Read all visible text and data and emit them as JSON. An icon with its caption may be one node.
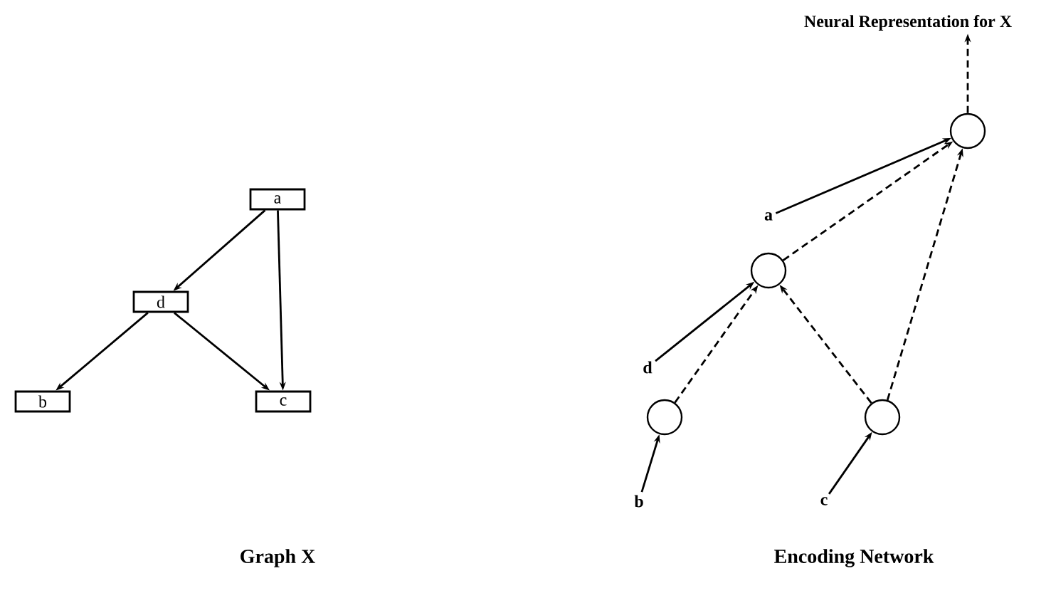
{
  "diagram": {
    "nodes": [
      {
        "text": [
          "a"
        ]
      },
      {
        "text": [
          "d"
        ]
      },
      {
        "text": [
          "b"
        ]
      },
      {
        "text": [
          "c"
        ]
      },
      {
        "text": [],
        "shape": "circle"
      },
      {
        "text": [],
        "shape": "circle"
      },
      {
        "text": [],
        "shape": "circle"
      },
      {
        "text": [],
        "shape": "circle"
      },
      {
        "text": [
          "a"
        ]
      },
      {
        "text": [
          "d"
        ]
      },
      {
        "text": [
          "b"
        ]
      },
      {
        "text": [
          "c"
        ]
      },
      {
        "text": [
          "Neural Representation for X"
        ]
      }
    ],
    "edges": [
      {
        "from": 0,
        "to": 1,
        "arrow": "to"
      },
      {
        "from": 0,
        "to": 3,
        "arrow": "to"
      },
      {
        "from": 1,
        "to": 2,
        "arrow": "to"
      },
      {
        "from": 1,
        "to": 3,
        "arrow": "to"
      },
      {
        "from": 8,
        "to": 4,
        "arrow": "to"
      },
      {
        "from": 9,
        "to": 5,
        "arrow": "to"
      },
      {
        "from": 10,
        "to": 6,
        "arrow": "to"
      },
      {
        "from": 11,
        "to": 7,
        "arrow": "to"
      },
      {
        "from": 5,
        "to": 4,
        "arrow": "to",
        "style": "dashed"
      },
      {
        "from": 7,
        "to": 4,
        "arrow": "to",
        "style": "dashed"
      },
      {
        "from": 6,
        "to": 5,
        "arrow": "to",
        "style": "dashed"
      },
      {
        "from": 7,
        "to": 5,
        "arrow": "to",
        "style": "dashed"
      },
      {
        "from": 4,
        "to": 12,
        "arrow": "to",
        "style": "dashed"
      }
    ],
    "labels": [
      "Graph  X",
      "Encoding Network"
    ]
  }
}
